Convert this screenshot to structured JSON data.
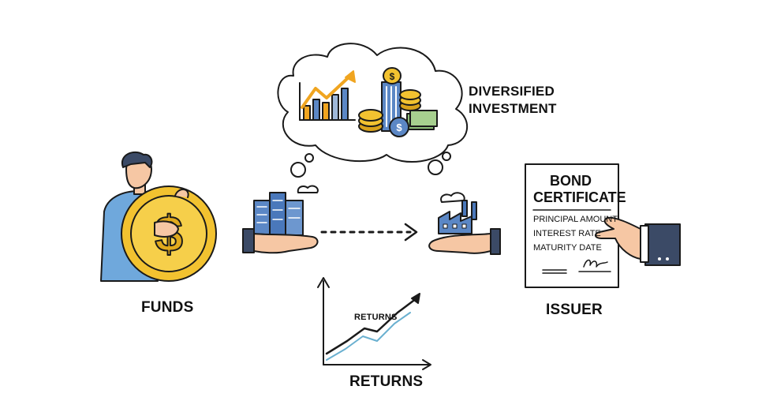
{
  "labels": {
    "diversified_line1": "DIVERSIFIED",
    "diversified_line2": "INVESTMENT",
    "funds": "FUNDS",
    "issuer": "ISSUER",
    "returns": "RETURNS",
    "returns_chart_label": "RETURNS"
  },
  "bond_certificate": {
    "title_line1": "BOND",
    "title_line2": "CERTIFICATE",
    "fields": [
      "PRINCIPAL AMOUNT",
      "INTEREST RATE",
      "MATURITY DATE"
    ]
  },
  "colors": {
    "outline": "#1a1a1a",
    "coin_gold": "#f2c230",
    "coin_dark": "#d9a21b",
    "shirt_blue": "#6fa8dc",
    "building_blue": "#5b87c5",
    "accent_orange": "#f0a520",
    "trend_line": "#6ab0d0",
    "skin": "#f6c7a4",
    "sleeve_navy": "#3b4a66"
  }
}
